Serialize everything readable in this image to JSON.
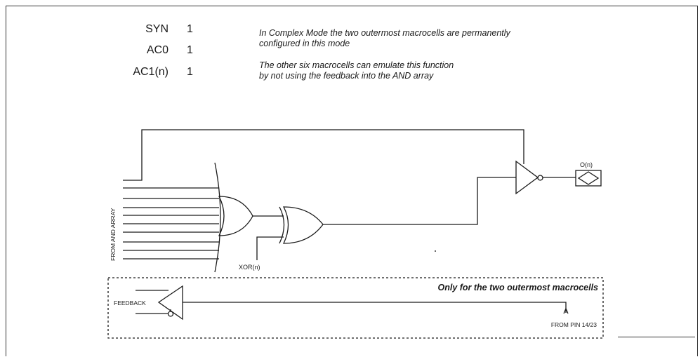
{
  "config": [
    {
      "name": "SYN",
      "value": "1"
    },
    {
      "name": "AC0",
      "value": "1"
    },
    {
      "name": "AC1(n)",
      "value": "1"
    }
  ],
  "notes": {
    "line1": "In Complex Mode the two outermost macrocells are permanently",
    "line2": "configured in this mode",
    "line3": "The other six macrocells can emulate this function",
    "line4": "by not using the feedback into the AND array"
  },
  "labels": {
    "from_and_array": "FROM AND ARRAY",
    "xor": "XOR(n)",
    "output": "O(n)",
    "outermost": "Only for the two outermost macrocells",
    "feedback": "FEEDBACK",
    "from_pin": "FROM PIN 14/23"
  }
}
